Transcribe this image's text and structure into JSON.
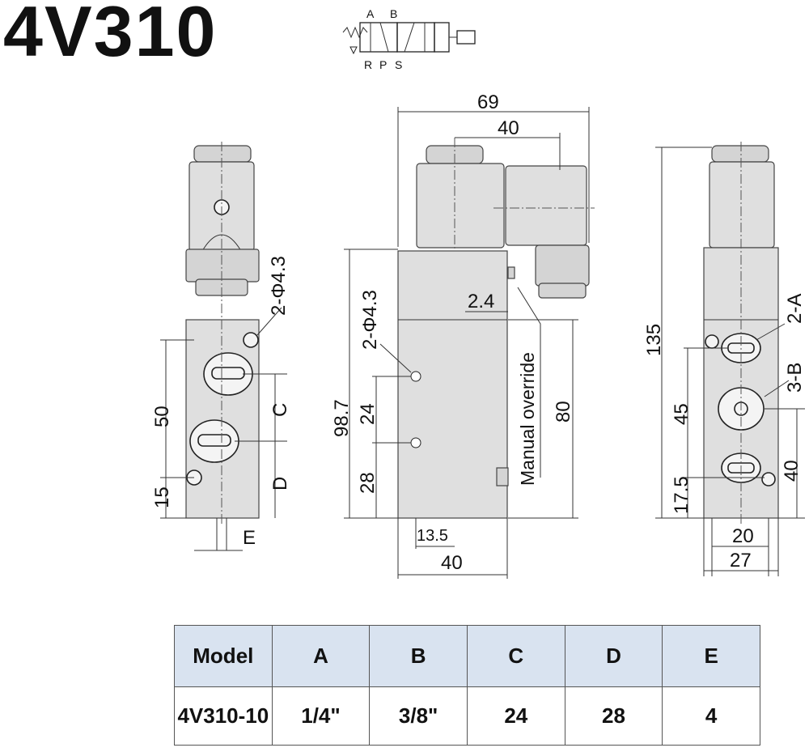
{
  "title": "4V310",
  "symbol": {
    "ports_top": [
      "A",
      "B"
    ],
    "ports_bottom": [
      "R",
      "P",
      "S"
    ]
  },
  "dimensions": {
    "left": {
      "hole": "2-Φ4.3",
      "d50": "50",
      "d15": "15",
      "c": "C",
      "d": "D",
      "e": "E"
    },
    "middle": {
      "d69": "69",
      "d40_top": "40",
      "hole": "2-Φ4.3",
      "d2_4": "2.4",
      "manual": "Manual override",
      "d98_7": "98.7",
      "d24": "24",
      "d28": "28",
      "d80": "80",
      "d13_5": "13.5",
      "d40_bottom": "40"
    },
    "right": {
      "d135": "135",
      "d45": "45",
      "d17_5": "17.5",
      "d40": "40",
      "port_a": "2-A",
      "port_b": "3-B",
      "d20": "20",
      "d27": "27"
    }
  },
  "table": {
    "headers": [
      "Model",
      "A",
      "B",
      "C",
      "D",
      "E"
    ],
    "rows": [
      [
        "4V310-10",
        "1/4\"",
        "3/8\"",
        "24",
        "28",
        "4"
      ]
    ]
  }
}
